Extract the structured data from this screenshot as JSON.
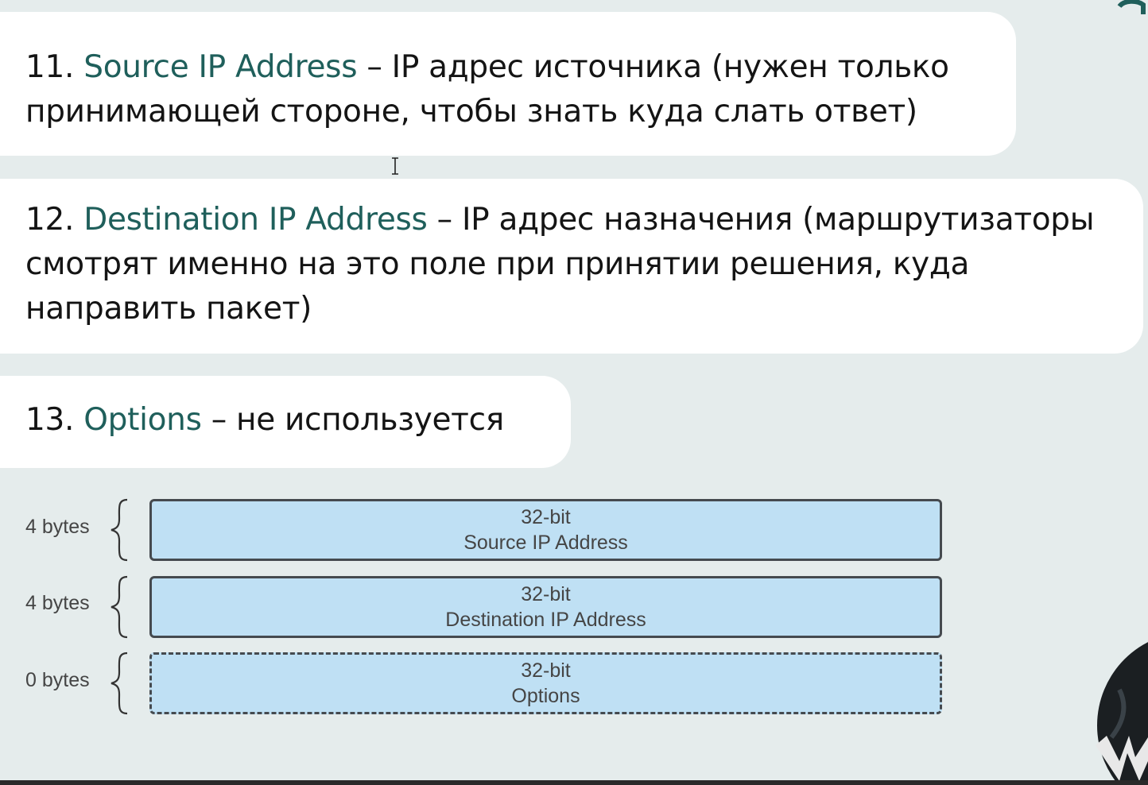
{
  "items": [
    {
      "number": "11.",
      "term": "Source IP Address",
      "line1": " – IP адрес источника (нужен только",
      "line2": "принимающей стороне, чтобы знать куда слать ответ)"
    },
    {
      "number": "12.",
      "term": "Destination IP Address",
      "line1": " – IP адрес назначения (маршрутизаторы",
      "line2": "смотрят именно на это поле при принятии решения, куда",
      "line3": "направить пакет)"
    },
    {
      "number": "13.",
      "term": "Options",
      "line1": " – не используется"
    }
  ],
  "diagram": {
    "rows": [
      {
        "size": "4 bytes",
        "bits": "32-bit",
        "name": "Source IP Address",
        "style": "solid"
      },
      {
        "size": "4 bytes",
        "bits": "32-bit",
        "name": "Destination IP Address",
        "style": "solid"
      },
      {
        "size": "0 bytes",
        "bits": "32-bit",
        "name": "Options",
        "style": "dashed"
      }
    ]
  },
  "colors": {
    "term": "#1f5f5b",
    "box_fill": "#bfe0f4",
    "box_border": "#454a4f",
    "background": "#e5ecec"
  },
  "icons": {
    "corner": "logo-glyph-icon",
    "globe": "globe-logo-icon",
    "cursor": "text-cursor-icon"
  }
}
